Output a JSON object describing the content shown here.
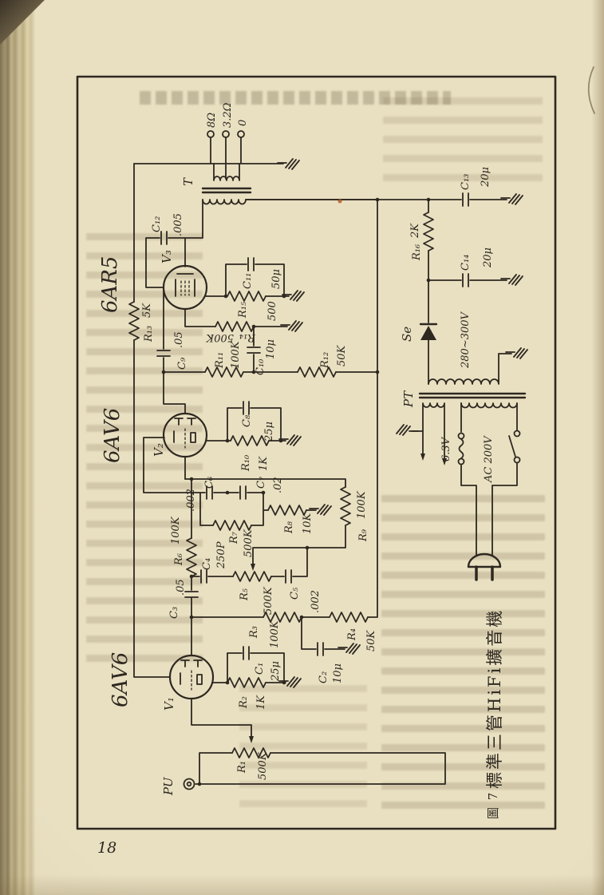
{
  "page": {
    "number": "18"
  },
  "figure": {
    "fig_label": "圖 7",
    "title": "標準三管HiFi擴音機"
  },
  "output": {
    "tap_8": "8Ω",
    "tap_32": "3.2Ω",
    "tap_0": "0",
    "transformer": "T"
  },
  "tubes": {
    "v1": {
      "ref": "V₁",
      "type": "6AV6"
    },
    "v2": {
      "ref": "V₂",
      "type": "6AV6"
    },
    "v3": {
      "ref": "V₃",
      "type": "6AR5"
    }
  },
  "components": {
    "r1": {
      "ref": "R₁",
      "value": "500K"
    },
    "r2": {
      "ref": "R₂",
      "value": "1K"
    },
    "r3": {
      "ref": "R₃",
      "value": "100K"
    },
    "r4": {
      "ref": "R₄",
      "value": "50K"
    },
    "r5": {
      "ref": "R₅",
      "value": "500K"
    },
    "r6": {
      "ref": "R₆",
      "value": "100K"
    },
    "r7": {
      "ref": "R₇",
      "value": "500K"
    },
    "r8": {
      "ref": "R₈",
      "value": "10K"
    },
    "r9": {
      "ref": "R₉",
      "value": "100K"
    },
    "r10": {
      "ref": "R₁₀",
      "value": "1K"
    },
    "r11": {
      "ref": "R₁₁",
      "value": "100K"
    },
    "r12": {
      "ref": "R₁₂",
      "value": "50K"
    },
    "r13": {
      "ref": "R₁₃",
      "value": "5K"
    },
    "r14": {
      "ref": "R₁₄",
      "value": "500K"
    },
    "r15": {
      "ref": "R₁₅",
      "value": "500"
    },
    "r16": {
      "ref": "R₁₆",
      "value": "2K"
    },
    "c1": {
      "ref": "C₁",
      "value": "25μ"
    },
    "c2": {
      "ref": "C₂",
      "value": "10μ"
    },
    "c3": {
      "ref": "C₃",
      "value": ".05"
    },
    "c4": {
      "ref": "C₄",
      "value": "250P"
    },
    "c5": {
      "ref": "C₅",
      "value": ".002"
    },
    "c6": {
      "ref": "C₆",
      "value": ".002"
    },
    "c7": {
      "ref": "C₇",
      "value": ".02"
    },
    "c8": {
      "ref": "C₈",
      "value": "25μ"
    },
    "c9": {
      "ref": "C₉",
      "value": ".05"
    },
    "c10": {
      "ref": "C₁₀",
      "value": "10μ"
    },
    "c11": {
      "ref": "C₁₁",
      "value": "50μ"
    },
    "c12": {
      "ref": "C₁₂",
      "value": ".005"
    },
    "c13": {
      "ref": "C₁₃",
      "value": "20μ"
    },
    "c14": {
      "ref": "C₁₄",
      "value": "20μ"
    }
  },
  "power": {
    "transformer": "PT",
    "rectifier": "Se",
    "hv_winding": "280~300V",
    "heater_winding": "6.3V",
    "mains": "AC 200V"
  },
  "input": {
    "jack": "PU"
  }
}
